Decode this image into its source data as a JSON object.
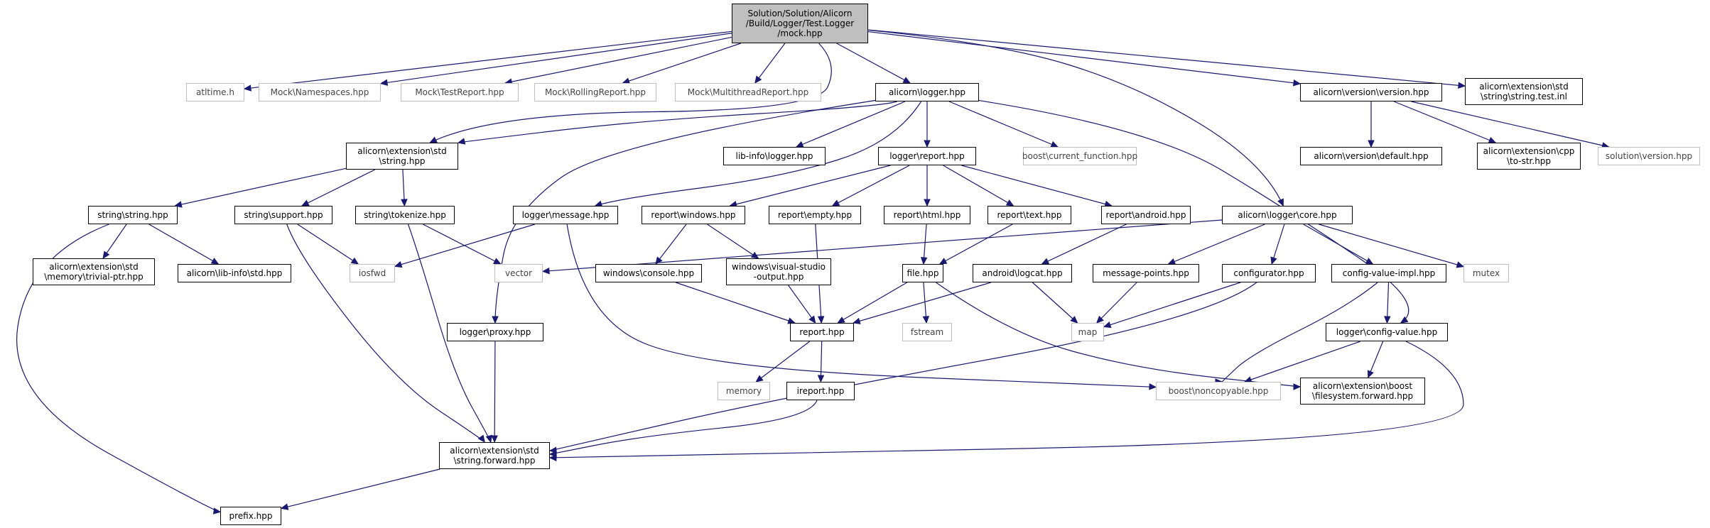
{
  "colors": {
    "edge": "#191970",
    "root_fill": "#bfbfbf",
    "external_border": "#bfbfbf"
  },
  "nodes": [
    {
      "id": "root",
      "label": "Solution/Solution/Alicorn\n/Build/Logger/Test.Logger\n/mock.hpp",
      "kind": "root"
    },
    {
      "id": "atltime",
      "label": "atltime.h",
      "kind": "external"
    },
    {
      "id": "mock_ns",
      "label": "Mock\\Namespaces.hpp",
      "kind": "external"
    },
    {
      "id": "mock_tr",
      "label": "Mock\\TestReport.hpp",
      "kind": "external"
    },
    {
      "id": "mock_rr",
      "label": "Mock\\RollingReport.hpp",
      "kind": "external"
    },
    {
      "id": "mock_mr",
      "label": "Mock\\MultithreadReport.hpp",
      "kind": "external"
    },
    {
      "id": "logger",
      "label": "alicorn\\logger.hpp",
      "kind": "internal"
    },
    {
      "id": "version",
      "label": "alicorn\\version\\version.hpp",
      "kind": "internal"
    },
    {
      "id": "str_test",
      "label": "alicorn\\extension\\std\n\\string\\string.test.inl",
      "kind": "internal"
    },
    {
      "id": "ext_string",
      "label": "alicorn\\extension\\std\n\\string.hpp",
      "kind": "internal"
    },
    {
      "id": "libinfo_logger",
      "label": "lib-info\\logger.hpp",
      "kind": "internal"
    },
    {
      "id": "logger_report",
      "label": "logger\\report.hpp",
      "kind": "internal"
    },
    {
      "id": "boost_cf",
      "label": "boost\\current_function.hpp",
      "kind": "external"
    },
    {
      "id": "ver_default",
      "label": "alicorn\\version\\default.hpp",
      "kind": "internal"
    },
    {
      "id": "ext_cpp_tostr",
      "label": "alicorn\\extension\\cpp\n\\to-str.hpp",
      "kind": "internal"
    },
    {
      "id": "sol_version",
      "label": "solution\\version.hpp",
      "kind": "external"
    },
    {
      "id": "string_string",
      "label": "string\\string.hpp",
      "kind": "internal"
    },
    {
      "id": "string_support",
      "label": "string\\support.hpp",
      "kind": "internal"
    },
    {
      "id": "string_tokenize",
      "label": "string\\tokenize.hpp",
      "kind": "internal"
    },
    {
      "id": "logger_message",
      "label": "logger\\message.hpp",
      "kind": "internal"
    },
    {
      "id": "report_windows",
      "label": "report\\windows.hpp",
      "kind": "internal"
    },
    {
      "id": "report_empty",
      "label": "report\\empty.hpp",
      "kind": "internal"
    },
    {
      "id": "report_html",
      "label": "report\\html.hpp",
      "kind": "internal"
    },
    {
      "id": "report_text",
      "label": "report\\text.hpp",
      "kind": "internal"
    },
    {
      "id": "report_android",
      "label": "report\\android.hpp",
      "kind": "internal"
    },
    {
      "id": "logger_core",
      "label": "alicorn\\logger\\core.hpp",
      "kind": "internal"
    },
    {
      "id": "ext_trivial_ptr",
      "label": "alicorn\\extension\\std\n\\memory\\trivial-ptr.hpp",
      "kind": "internal"
    },
    {
      "id": "libinfo_std",
      "label": "alicorn\\lib-info\\std.hpp",
      "kind": "internal"
    },
    {
      "id": "iosfwd",
      "label": "iosfwd",
      "kind": "external"
    },
    {
      "id": "vector",
      "label": "vector",
      "kind": "external"
    },
    {
      "id": "win_console",
      "label": "windows\\console.hpp",
      "kind": "internal"
    },
    {
      "id": "win_vs_output",
      "label": "windows\\visual-studio\n-output.hpp",
      "kind": "internal"
    },
    {
      "id": "file",
      "label": "file.hpp",
      "kind": "internal"
    },
    {
      "id": "android_logcat",
      "label": "android\\logcat.hpp",
      "kind": "internal"
    },
    {
      "id": "message_points",
      "label": "message-points.hpp",
      "kind": "internal"
    },
    {
      "id": "configurator",
      "label": "configurator.hpp",
      "kind": "internal"
    },
    {
      "id": "config_value_impl",
      "label": "config-value-impl.hpp",
      "kind": "internal"
    },
    {
      "id": "mutex",
      "label": "mutex",
      "kind": "external"
    },
    {
      "id": "logger_proxy",
      "label": "logger\\proxy.hpp",
      "kind": "internal"
    },
    {
      "id": "report",
      "label": "report.hpp",
      "kind": "internal"
    },
    {
      "id": "fstream",
      "label": "fstream",
      "kind": "external"
    },
    {
      "id": "map",
      "label": "map",
      "kind": "external"
    },
    {
      "id": "logger_config_value",
      "label": "logger\\config-value.hpp",
      "kind": "internal"
    },
    {
      "id": "memory",
      "label": "memory",
      "kind": "external"
    },
    {
      "id": "ireport",
      "label": "ireport.hpp",
      "kind": "internal"
    },
    {
      "id": "boost_noncopyable",
      "label": "boost\\noncopyable.hpp",
      "kind": "external"
    },
    {
      "id": "ext_boost_fs",
      "label": "alicorn\\extension\\boost\n\\filesystem.forward.hpp",
      "kind": "internal"
    },
    {
      "id": "ext_string_forward",
      "label": "alicorn\\extension\\std\n\\string.forward.hpp",
      "kind": "internal"
    },
    {
      "id": "prefix",
      "label": "prefix.hpp",
      "kind": "internal"
    }
  ],
  "edges": [
    [
      "root",
      "atltime"
    ],
    [
      "root",
      "mock_ns"
    ],
    [
      "root",
      "mock_tr"
    ],
    [
      "root",
      "mock_rr"
    ],
    [
      "root",
      "mock_mr"
    ],
    [
      "root",
      "logger"
    ],
    [
      "root",
      "version"
    ],
    [
      "root",
      "str_test"
    ],
    [
      "root",
      "ext_string"
    ],
    [
      "root",
      "logger_core"
    ],
    [
      "logger",
      "ext_string"
    ],
    [
      "logger",
      "libinfo_logger"
    ],
    [
      "logger",
      "logger_report"
    ],
    [
      "logger",
      "boost_cf"
    ],
    [
      "logger",
      "logger_message"
    ],
    [
      "logger",
      "logger_proxy"
    ],
    [
      "logger",
      "logger_config_value"
    ],
    [
      "version",
      "ver_default"
    ],
    [
      "version",
      "ext_cpp_tostr"
    ],
    [
      "version",
      "sol_version"
    ],
    [
      "ext_string",
      "string_string"
    ],
    [
      "ext_string",
      "string_support"
    ],
    [
      "ext_string",
      "string_tokenize"
    ],
    [
      "string_string",
      "ext_trivial_ptr"
    ],
    [
      "string_string",
      "libinfo_std"
    ],
    [
      "string_string",
      "prefix"
    ],
    [
      "string_support",
      "iosfwd"
    ],
    [
      "string_support",
      "ext_string_forward"
    ],
    [
      "string_tokenize",
      "vector"
    ],
    [
      "string_tokenize",
      "ext_string_forward"
    ],
    [
      "logger_message",
      "iosfwd"
    ],
    [
      "logger_message",
      "boost_noncopyable"
    ],
    [
      "logger_report",
      "report_windows"
    ],
    [
      "logger_report",
      "report_empty"
    ],
    [
      "logger_report",
      "report_html"
    ],
    [
      "logger_report",
      "report_text"
    ],
    [
      "logger_report",
      "report_android"
    ],
    [
      "report_windows",
      "win_console"
    ],
    [
      "report_windows",
      "win_vs_output"
    ],
    [
      "report_empty",
      "report"
    ],
    [
      "report_html",
      "file"
    ],
    [
      "report_text",
      "file"
    ],
    [
      "report_android",
      "android_logcat"
    ],
    [
      "win_console",
      "report"
    ],
    [
      "win_vs_output",
      "report"
    ],
    [
      "file",
      "report"
    ],
    [
      "file",
      "fstream"
    ],
    [
      "file",
      "ext_boost_fs"
    ],
    [
      "android_logcat",
      "report"
    ],
    [
      "android_logcat",
      "map"
    ],
    [
      "logger_core",
      "vector"
    ],
    [
      "logger_core",
      "message_points"
    ],
    [
      "logger_core",
      "configurator"
    ],
    [
      "logger_core",
      "config_value_impl"
    ],
    [
      "logger_core",
      "mutex"
    ],
    [
      "message_points",
      "map"
    ],
    [
      "configurator",
      "map"
    ],
    [
      "configurator",
      "ext_string_forward"
    ],
    [
      "config_value_impl",
      "boost_noncopyable"
    ],
    [
      "config_value_impl",
      "logger_config_value"
    ],
    [
      "logger_config_value",
      "boost_noncopyable"
    ],
    [
      "logger_config_value",
      "ext_boost_fs"
    ],
    [
      "logger_config_value",
      "ext_string_forward"
    ],
    [
      "report",
      "memory"
    ],
    [
      "report",
      "ireport"
    ],
    [
      "ireport",
      "ext_string_forward"
    ],
    [
      "logger_proxy",
      "ext_string_forward"
    ],
    [
      "ext_string_forward",
      "prefix"
    ]
  ]
}
